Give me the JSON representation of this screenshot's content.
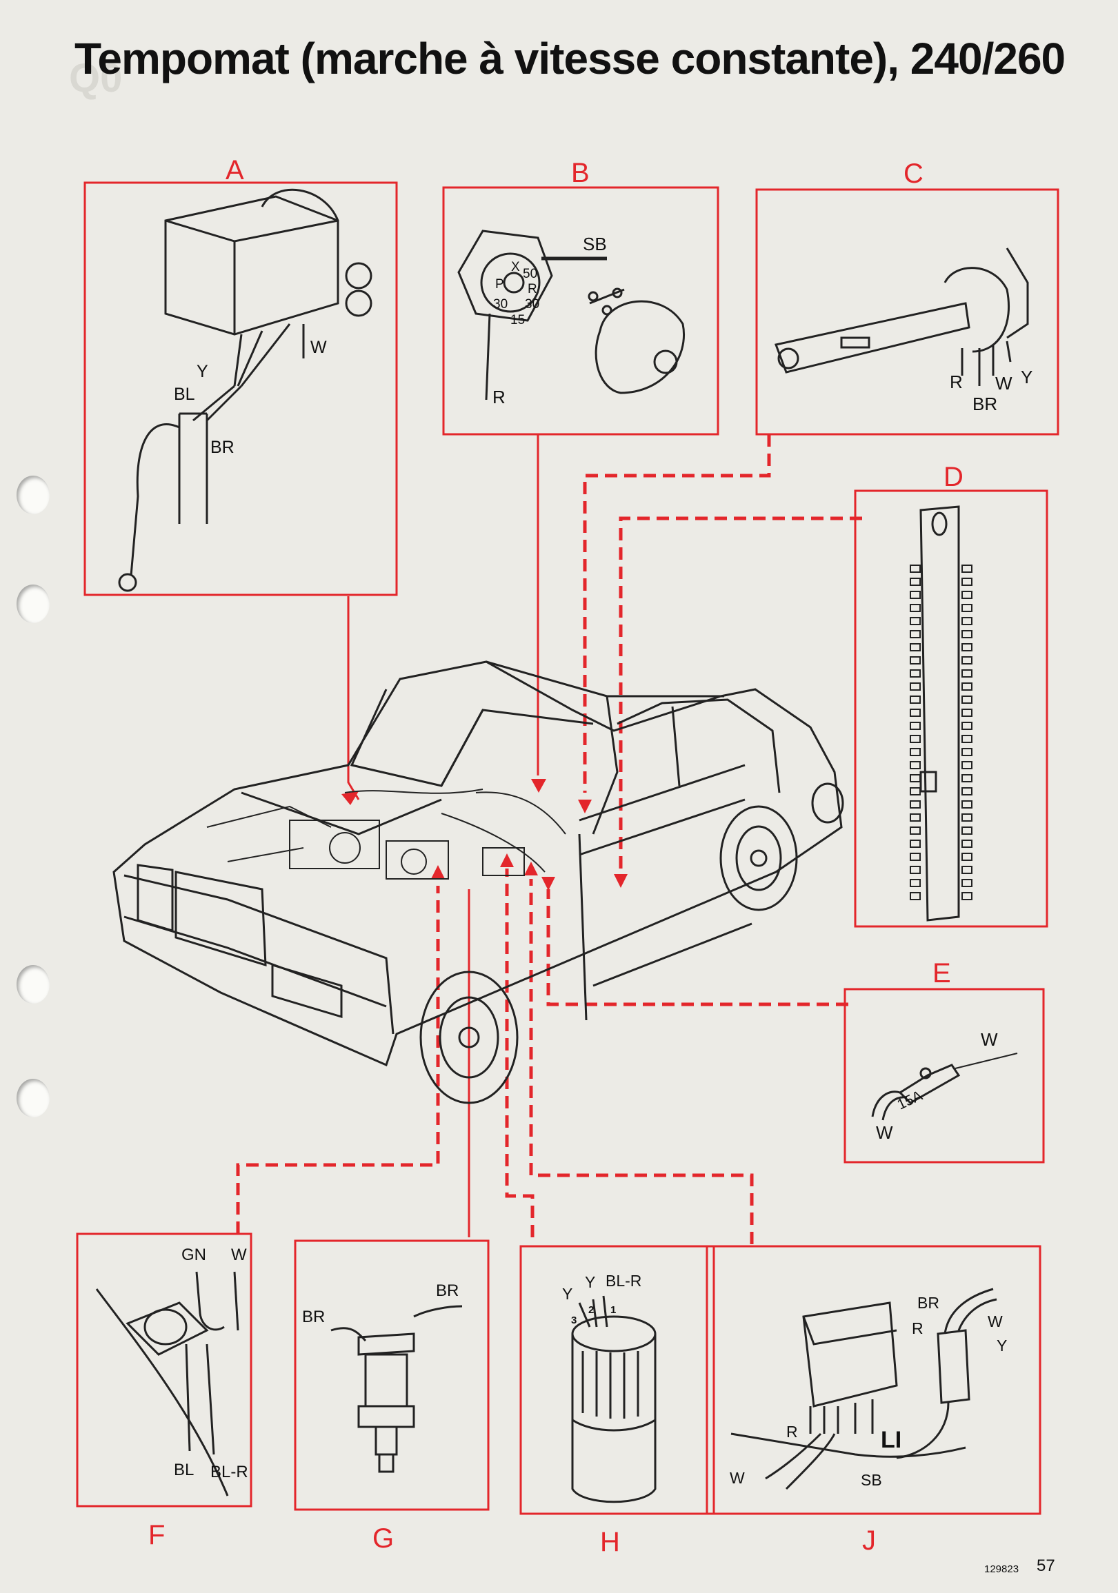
{
  "title": "Tempomat (marche à vitesse constante), 240/260",
  "panels": {
    "A": {
      "label": "A",
      "wires": {
        "w": "W",
        "y": "Y",
        "bl": "BL",
        "br": "BR"
      }
    },
    "B": {
      "label": "B",
      "wires": {
        "sb": "SB",
        "r": "R"
      },
      "terminals": {
        "x": "X",
        "t50": "50",
        "p": "P",
        "r": "R",
        "t30a": "30",
        "t30b": "30",
        "t15": "15"
      }
    },
    "C": {
      "label": "C",
      "wires": {
        "r": "R",
        "w": "W",
        "y": "Y",
        "br": "BR"
      }
    },
    "D": {
      "label": "D"
    },
    "E": {
      "label": "E",
      "wires": {
        "w1": "W",
        "w2": "W"
      },
      "fuse": "15A"
    },
    "F": {
      "label": "F",
      "wires": {
        "gn": "GN",
        "w": "W",
        "bl": "BL",
        "blr": "BL-R"
      }
    },
    "G": {
      "label": "G",
      "wires": {
        "br1": "BR",
        "br2": "BR"
      }
    },
    "H": {
      "label": "H",
      "wires": {
        "y1": "Y",
        "y2": "Y",
        "blr": "BL-R"
      },
      "pins": {
        "p3": "3",
        "p2": "2",
        "p1": "1"
      }
    },
    "J": {
      "label": "J",
      "wires": {
        "br": "BR",
        "w": "W",
        "r": "R",
        "y": "Y",
        "r2": "R",
        "li": "LI",
        "w2": "W",
        "sb": "SB"
      }
    }
  },
  "footer": {
    "code": "129823",
    "page": "57"
  }
}
